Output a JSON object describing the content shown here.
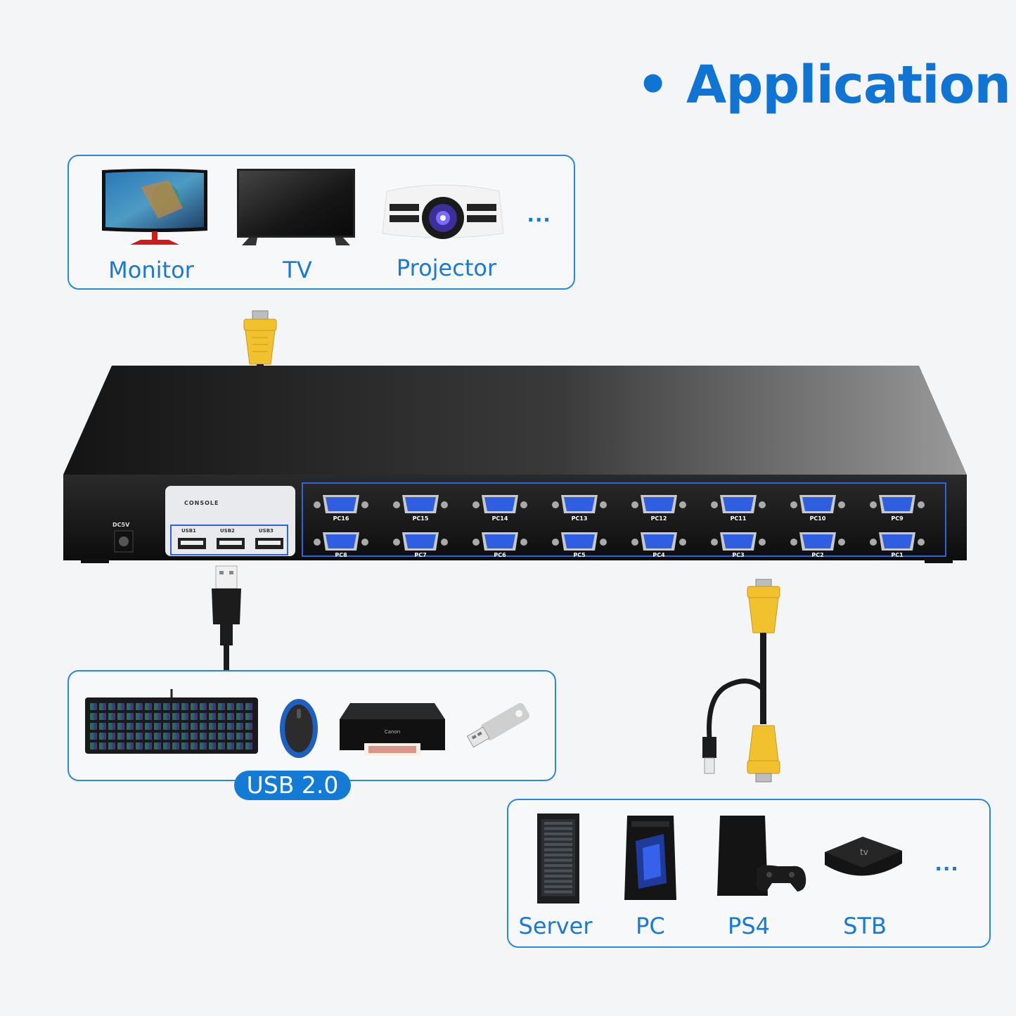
{
  "title": "• Application",
  "display_devices": {
    "items": [
      {
        "label": "Monitor",
        "icon": "monitor-icon"
      },
      {
        "label": "TV",
        "icon": "tv-icon"
      },
      {
        "label": "Projector",
        "icon": "projector-icon"
      }
    ],
    "more": "..."
  },
  "usb_devices": {
    "badge": "USB 2.0",
    "items": [
      "keyboard-icon",
      "mouse-icon",
      "printer-icon",
      "usb-drive-icon"
    ]
  },
  "computer_devices": {
    "items": [
      {
        "label": "Server",
        "icon": "server-icon"
      },
      {
        "label": "PC",
        "icon": "pc-tower-icon"
      },
      {
        "label": "PS4",
        "icon": "ps4-icon"
      },
      {
        "label": "STB",
        "icon": "apple-tv-icon"
      }
    ],
    "more": "..."
  },
  "kvm": {
    "power_label": "DC5V",
    "console_label": "CONSOLE",
    "usb_ports": [
      "USB1",
      "USB2",
      "USB3"
    ],
    "ports_top": [
      "PC16",
      "PC15",
      "PC14",
      "PC13",
      "PC12",
      "PC11",
      "PC10",
      "PC9"
    ],
    "ports_bottom": [
      "PC8",
      "PC7",
      "PC6",
      "PC5",
      "PC4",
      "PC3",
      "PC2",
      "PC1"
    ]
  },
  "colors": {
    "accent": "#137ad6",
    "vga_blue": "#2f5fe0",
    "connector_yellow": "#f2c12e",
    "device_body": "#1c1c1c"
  }
}
